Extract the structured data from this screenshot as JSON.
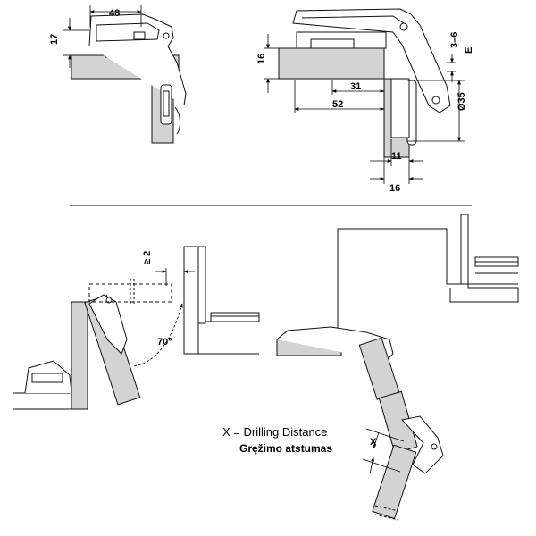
{
  "dimensions": {
    "width_48": "48",
    "height_17": "17",
    "thickness_16_left": "16",
    "dim_31": "31",
    "dim_52": "52",
    "range_3_6": "3–6",
    "label_e": "E",
    "cup_diameter": "Ø35",
    "dim_11": "11",
    "thickness_16_bottom": "16",
    "gap_min": "≥ 2",
    "opening_angle": "70°",
    "label_x": "X"
  },
  "caption": {
    "line1": "X = Drilling Distance",
    "line2": "Gręžimo atstumas"
  },
  "colors": {
    "panel_fill": "#d3d3d3",
    "line": "#111111",
    "background": "#ffffff"
  }
}
